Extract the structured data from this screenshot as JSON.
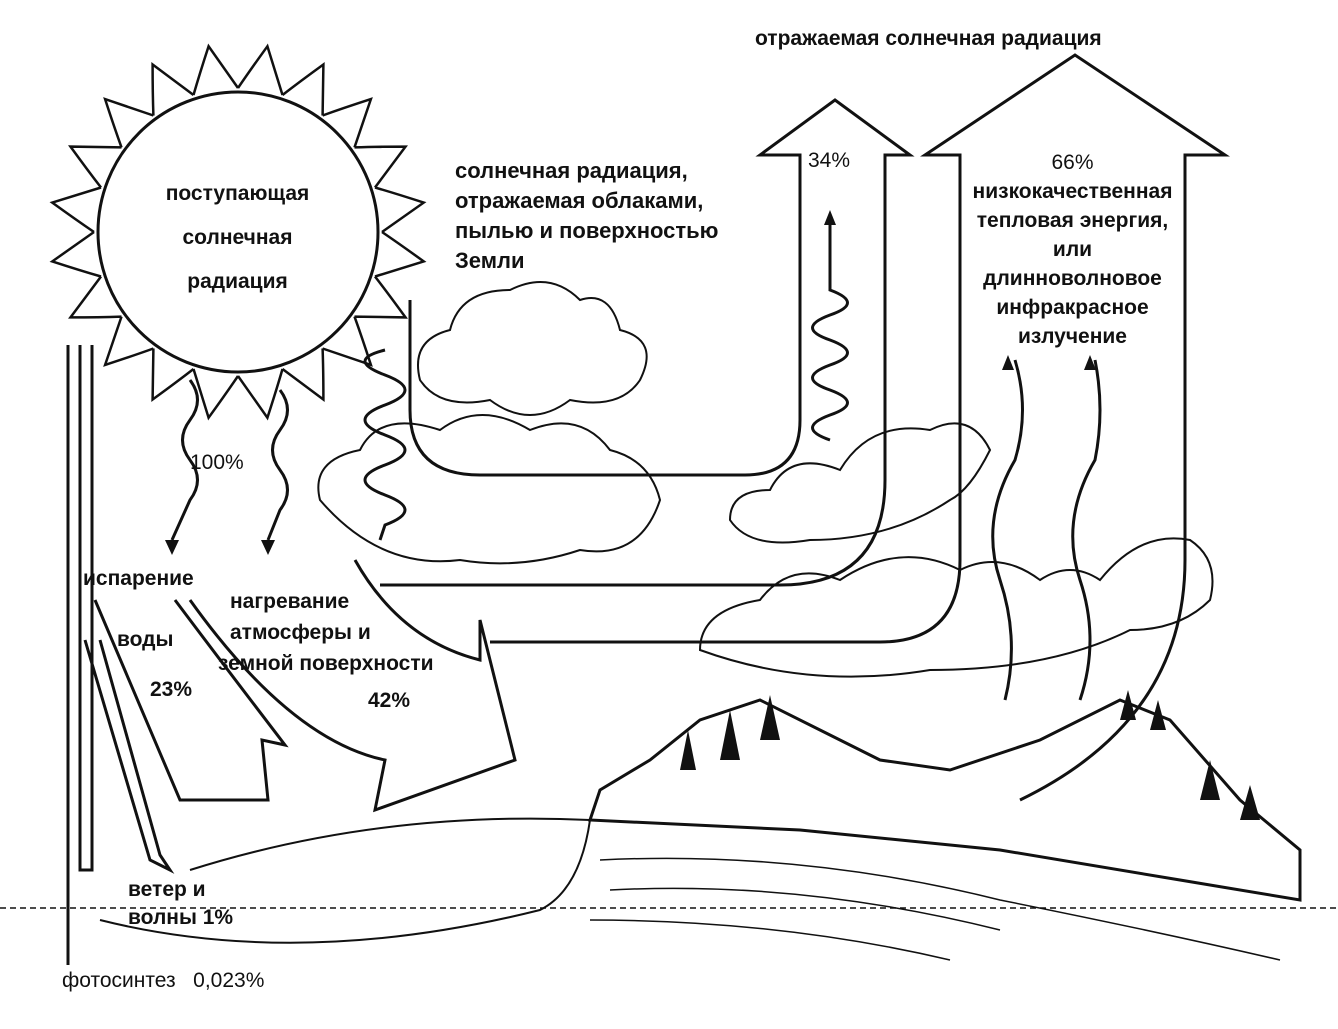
{
  "labels": {
    "reflected_title": "отражаемая солнечная радиация",
    "incoming": [
      "поступающая",
      "солнечная",
      "радиация"
    ],
    "cloud_reflect": [
      "солнечная радиация,",
      "отражаемая облаками,",
      "пылью и поверхностью",
      "Земли"
    ],
    "pct_34": "34%",
    "pct_66": "66%",
    "longwave": [
      "низкокачественная",
      "тепловая энергия,",
      "или",
      "длинноволновое",
      "инфракрасное",
      "излучение"
    ],
    "pct_100": "100%",
    "evaporation": [
      "испарение",
      "воды",
      "23%"
    ],
    "heating": [
      "нагревание",
      "атмосферы и",
      "земной поверхности",
      "42%"
    ],
    "wind": [
      "ветер и",
      "волны 1%"
    ],
    "photosynthesis": "фотосинтез",
    "photosynthesis_pct": "0,023%"
  },
  "colors": {
    "ink": "#111111",
    "paper": "#ffffff"
  }
}
